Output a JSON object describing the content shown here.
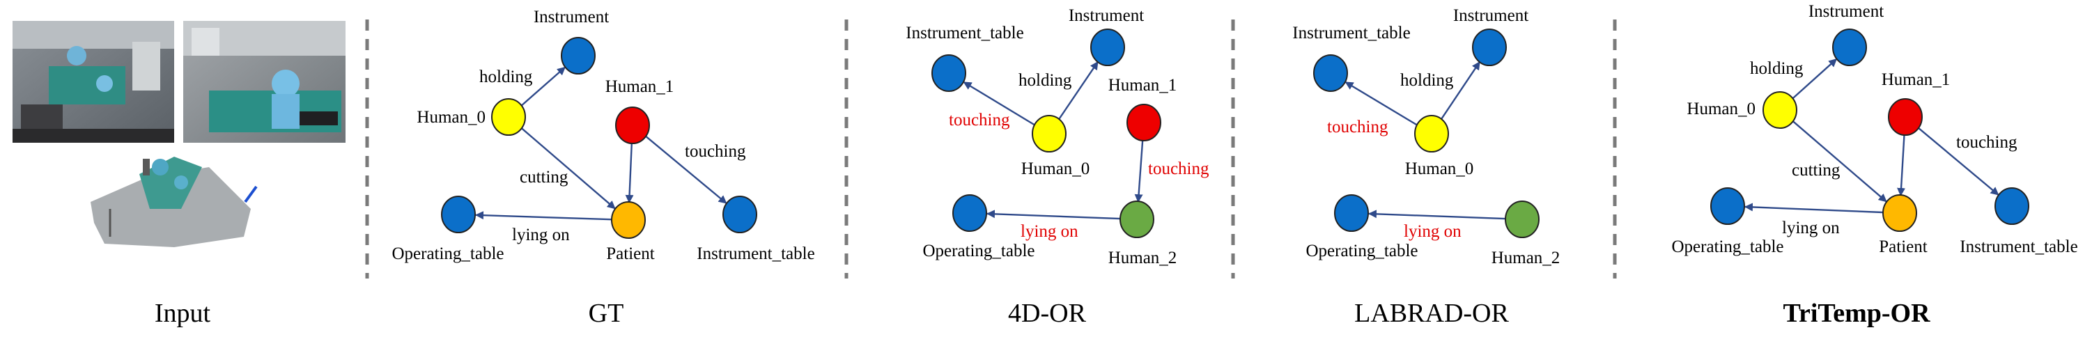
{
  "colors": {
    "blue": "#0b6fc9",
    "yellow": "#ffff00",
    "red": "#ee0000",
    "orange": "#ffb800",
    "green": "#6aaa44",
    "edge": "#2f4a8a",
    "error_text": "#e00000"
  },
  "input_panel": {
    "caption": "Input",
    "images": [
      "surgery-room-view-1",
      "surgery-room-view-2",
      "point-cloud-3d-view"
    ]
  },
  "panels": [
    {
      "id": "gt",
      "caption": "GT",
      "bold": false,
      "nodes": [
        {
          "id": "instrument",
          "label": "Instrument",
          "color": "blue"
        },
        {
          "id": "human0",
          "label": "Human_0",
          "color": "yellow"
        },
        {
          "id": "human1",
          "label": "Human_1",
          "color": "red"
        },
        {
          "id": "patient",
          "label": "Patient",
          "color": "orange"
        },
        {
          "id": "optable",
          "label": "Operating_table",
          "color": "blue"
        },
        {
          "id": "insttable",
          "label": "Instrument_table",
          "color": "blue"
        }
      ],
      "edges": [
        {
          "from": "human0",
          "to": "instrument",
          "label": "holding",
          "error": false
        },
        {
          "from": "human0",
          "to": "patient",
          "label": "cutting",
          "error": false
        },
        {
          "from": "human1",
          "to": "patient",
          "label": "",
          "error": false
        },
        {
          "from": "human1",
          "to": "insttable",
          "label": "touching",
          "error": false
        },
        {
          "from": "patient",
          "to": "optable",
          "label": "lying on",
          "error": false
        }
      ]
    },
    {
      "id": "4dor",
      "caption": "4D-OR",
      "bold": false,
      "nodes": [
        {
          "id": "insttable",
          "label": "Instrument_table",
          "color": "blue"
        },
        {
          "id": "instrument",
          "label": "Instrument",
          "color": "blue"
        },
        {
          "id": "human0",
          "label": "Human_0",
          "color": "yellow"
        },
        {
          "id": "human1",
          "label": "Human_1",
          "color": "red"
        },
        {
          "id": "optable",
          "label": "Operating_table",
          "color": "blue"
        },
        {
          "id": "human2",
          "label": "Human_2",
          "color": "green"
        }
      ],
      "edges": [
        {
          "from": "human0",
          "to": "instrument",
          "label": "holding",
          "error": false
        },
        {
          "from": "human0",
          "to": "insttable",
          "label": "touching",
          "error": true
        },
        {
          "from": "human1",
          "to": "human2",
          "label": "touching",
          "error": true
        },
        {
          "from": "human2",
          "to": "optable",
          "label": "lying on",
          "error": true
        }
      ]
    },
    {
      "id": "labrad",
      "caption": "LABRAD-OR",
      "bold": false,
      "nodes": [
        {
          "id": "insttable",
          "label": "Instrument_table",
          "color": "blue"
        },
        {
          "id": "instrument",
          "label": "Instrument",
          "color": "blue"
        },
        {
          "id": "human0",
          "label": "Human_0",
          "color": "yellow"
        },
        {
          "id": "optable",
          "label": "Operating_table",
          "color": "blue"
        },
        {
          "id": "human2",
          "label": "Human_2",
          "color": "green"
        }
      ],
      "edges": [
        {
          "from": "human0",
          "to": "instrument",
          "label": "holding",
          "error": false
        },
        {
          "from": "human0",
          "to": "insttable",
          "label": "touching",
          "error": true
        },
        {
          "from": "human2",
          "to": "optable",
          "label": "lying on",
          "error": true
        }
      ]
    },
    {
      "id": "tritemp",
      "caption": "TriTemp-OR",
      "bold": true,
      "nodes": [
        {
          "id": "instrument",
          "label": "Instrument",
          "color": "blue"
        },
        {
          "id": "human0",
          "label": "Human_0",
          "color": "yellow"
        },
        {
          "id": "human1",
          "label": "Human_1",
          "color": "red"
        },
        {
          "id": "patient",
          "label": "Patient",
          "color": "orange"
        },
        {
          "id": "optable",
          "label": "Operating_table",
          "color": "blue"
        },
        {
          "id": "insttable",
          "label": "Instrument_table",
          "color": "blue"
        }
      ],
      "edges": [
        {
          "from": "human0",
          "to": "instrument",
          "label": "holding",
          "error": false
        },
        {
          "from": "human0",
          "to": "patient",
          "label": "cutting",
          "error": false
        },
        {
          "from": "human1",
          "to": "patient",
          "label": "",
          "error": false
        },
        {
          "from": "human1",
          "to": "insttable",
          "label": "touching",
          "error": false
        },
        {
          "from": "patient",
          "to": "optable",
          "label": "lying on",
          "error": false
        }
      ]
    }
  ]
}
